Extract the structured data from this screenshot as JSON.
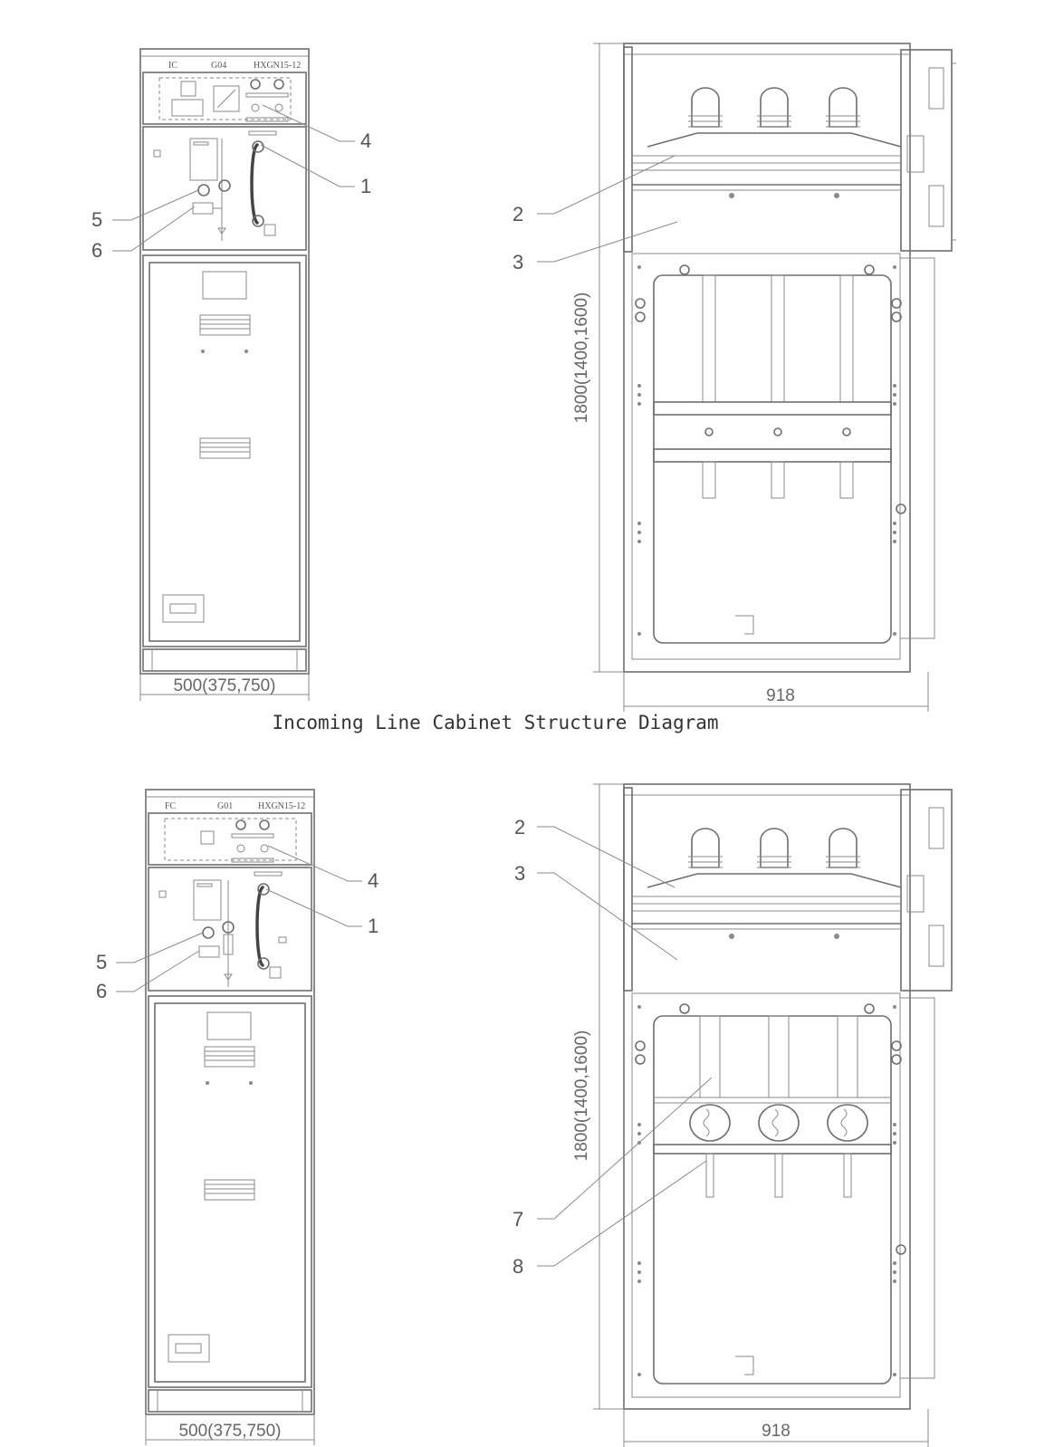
{
  "caption": "Incoming Line Cabinet Structure Diagram",
  "top": {
    "cabinet_code": "IC",
    "scheme_code": "G04",
    "model": "HXGN15-12",
    "width_dim": "500(375,750)",
    "depth_dim": "918",
    "height_dim": "1800(1400,1600)",
    "callouts": [
      "4",
      "1",
      "5",
      "6",
      "2",
      "3"
    ]
  },
  "bottom": {
    "cabinet_code": "FC",
    "scheme_code": "G01",
    "model": "HXGN15-12",
    "width_dim": "500(375,750)",
    "depth_dim": "918",
    "height_dim": "1800(1400,1600)",
    "callouts": [
      "4",
      "1",
      "5",
      "6",
      "2",
      "3",
      "7",
      "8"
    ]
  }
}
